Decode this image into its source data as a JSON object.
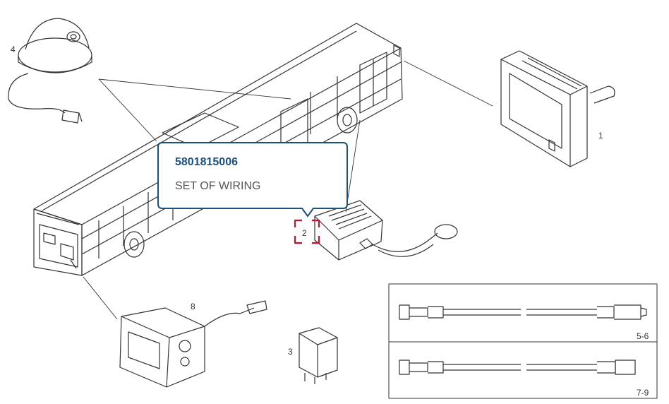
{
  "tooltip": {
    "part_number": "5801815006",
    "description": "SET OF WIRING"
  },
  "labels": {
    "monitor": "1",
    "wiring_box": "2",
    "relay": "3",
    "dome_camera": "4",
    "cable_5_6": "5-6",
    "cable_7_9": "7-9",
    "rear_camera": "8"
  },
  "colors": {
    "tooltip_border": "#1c4f7a",
    "part_number_text": "#1c4f7a",
    "description_text": "#555555",
    "highlight_bracket": "#c8102e",
    "line_art": "#333333"
  }
}
